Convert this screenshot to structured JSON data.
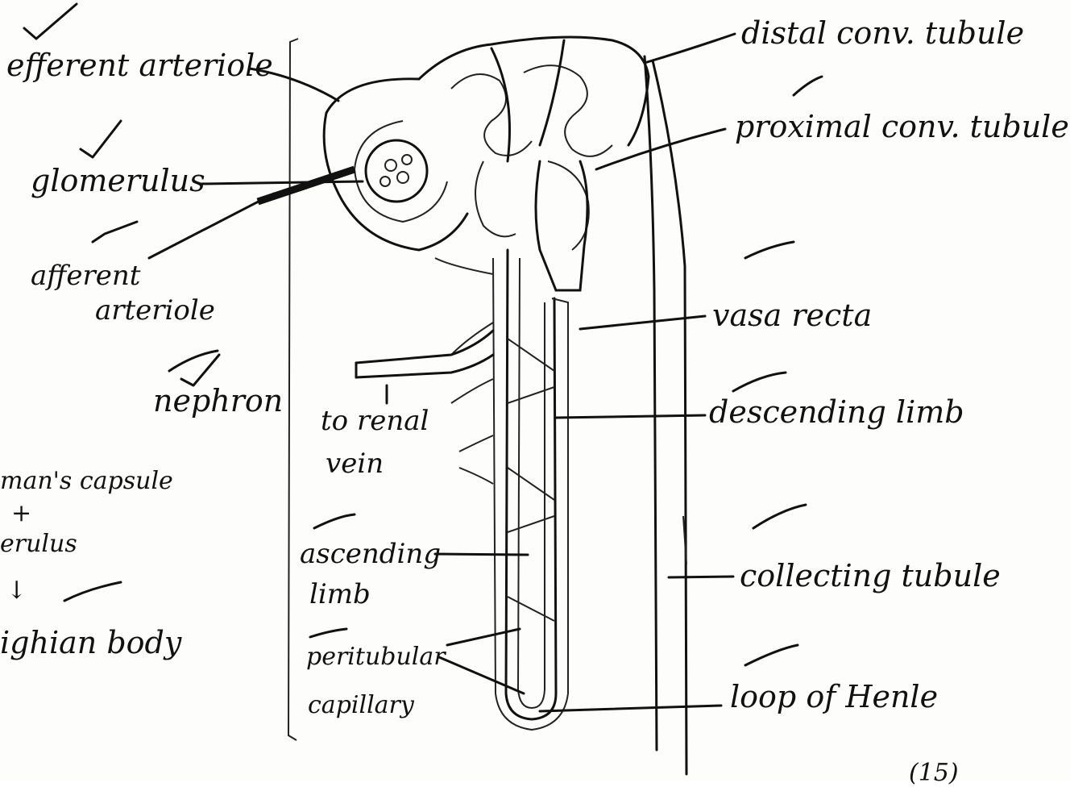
{
  "labels": {
    "efferent_arteriole": "efferent arteriole",
    "glomerulus": "glomerulus",
    "afferent_line1": "afferent",
    "afferent_line2": "arteriole",
    "nephron": "nephron",
    "bowmans_capsule": "man's capsule",
    "plus_sign": "+",
    "glomerulus_partial": "erulus",
    "arrow_down": "↓",
    "malpighian_body": "ighian body",
    "distal_tubule": "distal conv. tubule",
    "proximal_tubule": "proximal conv. tubule",
    "vasa_recta": "vasa recta",
    "to_renal": "to renal",
    "vein": "vein",
    "descending_limb": "descending limb",
    "ascending": "ascending",
    "limb": "limb",
    "collecting_tubule": "collecting tubule",
    "peritubular": "peritubular",
    "capillary": "capillary",
    "loop_of_henle": "loop of Henle",
    "score": "(15)"
  }
}
